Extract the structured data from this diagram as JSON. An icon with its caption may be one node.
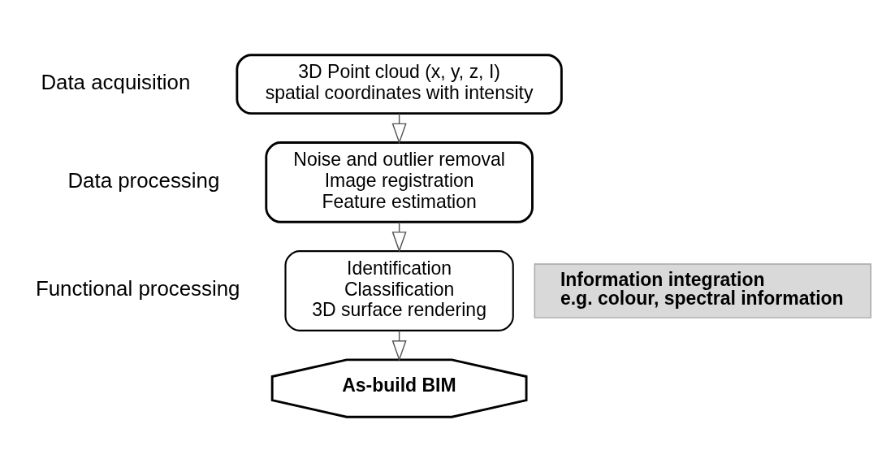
{
  "diagram": {
    "nodes": [
      {
        "text": [
          "3D Point cloud (x, y, z, I)",
          "spatial coordinates with intensity"
        ],
        "beside": [
          "Data acquisition"
        ]
      },
      {
        "text": [
          "Noise and outlier removal",
          "Image registration",
          "Feature estimation"
        ],
        "beside": [
          "Data processing"
        ]
      },
      {
        "text": [
          "Identification",
          "Classification",
          "3D surface rendering"
        ],
        "beside": [
          "Functional processing"
        ]
      },
      {
        "text": [
          "As-build BIM"
        ]
      },
      {
        "text": [
          "Information integration",
          "e.g. colour, spectral information"
        ]
      }
    ],
    "edges": [
      {
        "from": 0,
        "to": 1,
        "arrow": "to"
      },
      {
        "from": 1,
        "to": 2,
        "arrow": "to"
      },
      {
        "from": 2,
        "to": 3,
        "arrow": "to"
      }
    ]
  }
}
